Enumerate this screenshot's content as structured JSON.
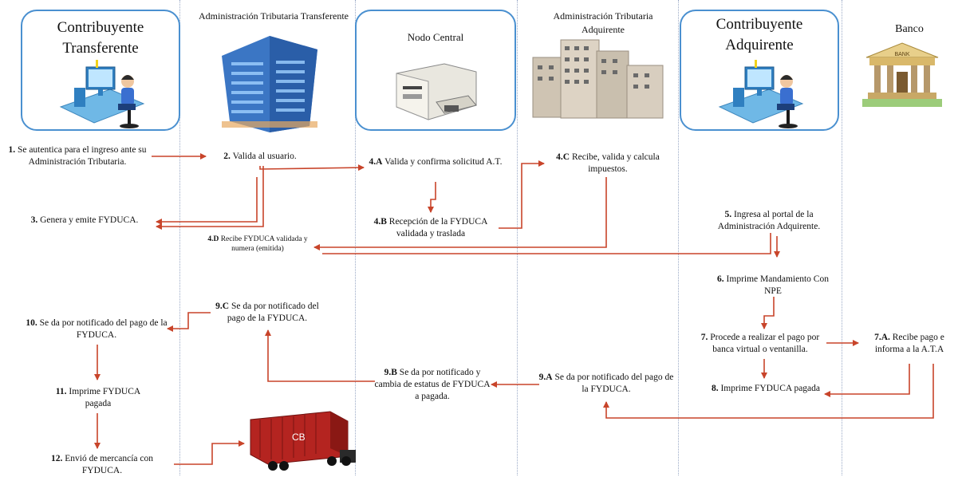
{
  "actors": {
    "contribuyente_transferente": "Contribuyente Transferente",
    "at_transferente": "Administración Tributaria Transferente",
    "nodo_central": "Nodo Central",
    "at_adquirente": "Administración Tributaria Adquirente",
    "contribuyente_adquirente": "Contribuyente Adquirente",
    "banco": "Banco",
    "bank_sign": "BANK",
    "truck_brand": "CB"
  },
  "steps": {
    "s1": {
      "num": "1.",
      "text": "Se autentica para el ingreso ante su Administración Tributaria."
    },
    "s2": {
      "num": "2.",
      "text": "Valida al usuario."
    },
    "s3": {
      "num": "3.",
      "text": "Genera y emite FYDUCA."
    },
    "s4a": {
      "num": "4.A",
      "text": "Valida y confirma solicitud A.T."
    },
    "s4b": {
      "num": "4.B",
      "text": "Recepción de la  FYDUCA validada y traslada"
    },
    "s4c": {
      "num": "4.C",
      "text": "Recibe, valida y calcula impuestos."
    },
    "s4d": {
      "num": "4.D",
      "text": "Recibe FYDUCA validada  y numera (emitida)"
    },
    "s5": {
      "num": "5.",
      "text": "Ingresa al portal de la Administración Adquirente."
    },
    "s6": {
      "num": "6.",
      "text": "Imprime Mandamiento Con NPE"
    },
    "s7": {
      "num": "7.",
      "text": "Procede a realizar el pago por banca virtual o ventanilla."
    },
    "s7a": {
      "num": "7.A.",
      "text": "Recibe pago e informa a la A.T.A"
    },
    "s8": {
      "num": "8.",
      "text": "Imprime FYDUCA pagada"
    },
    "s9a": {
      "num": "9.A",
      "text": "Se da por notificado del pago de la FYDUCA."
    },
    "s9b": {
      "num": "9.B",
      "text": "Se da por notificado y cambia de estatus de FYDUCA a pagada."
    },
    "s9c": {
      "num": "9.C",
      "text": "Se da por notificado del pago de la FYDUCA."
    },
    "s10": {
      "num": "10.",
      "text": "Se da por notificado del pago de la FYDUCA."
    },
    "s11": {
      "num": "11.",
      "text": "Imprime FYDUCA pagada"
    },
    "s12": {
      "num": "12.",
      "text": "Envió de mercancía con FYDUCA."
    }
  },
  "colors": {
    "arrow": "#c8442a",
    "box_border": "#4a90d0",
    "lane_line": "#9aa9c6"
  }
}
